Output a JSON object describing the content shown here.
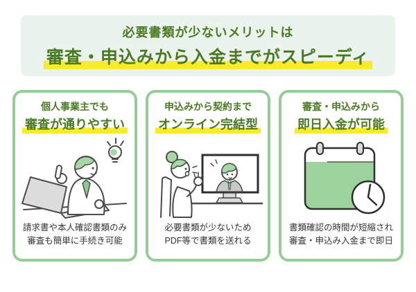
{
  "header": {
    "line1": "必要書類が少ないメリットは",
    "line2": "審査・申込みから入金までがスピーディ"
  },
  "cards": [
    {
      "title_line1": "個人事業主でも",
      "title_line2": "審査が通りやすい",
      "illustration": "man-with-laptop-and-idea-lightbulb",
      "caption_line1": "請求書や本人確認書類のみ",
      "caption_line2": "審査も簡単に手続き可能"
    },
    {
      "title_line1": "申込みから契約まで",
      "title_line2": "オンライン完結型",
      "illustration": "online-video-call",
      "caption_line1": "必要書類が少ないため",
      "caption_line2": "PDF等で書類を送れる"
    },
    {
      "title_line1": "審査・申込みから",
      "title_line2": "即日入金が可能",
      "illustration": "calendar-with-clock",
      "caption_line1": "書類確認の時間が短縮され",
      "caption_line2": "審査・申込み入金まで即日"
    }
  ],
  "colors": {
    "header_bg": "#ebf4ec",
    "heading_green": "#4a7a24",
    "highlight_yellow": "#f8ec26",
    "card_border_green": "#96cc96",
    "illustration_green_fill": "#a6d8a6",
    "calendar_green": "#9cd39c",
    "caption_text": "#333333",
    "line_art": "#4a4a4a"
  }
}
